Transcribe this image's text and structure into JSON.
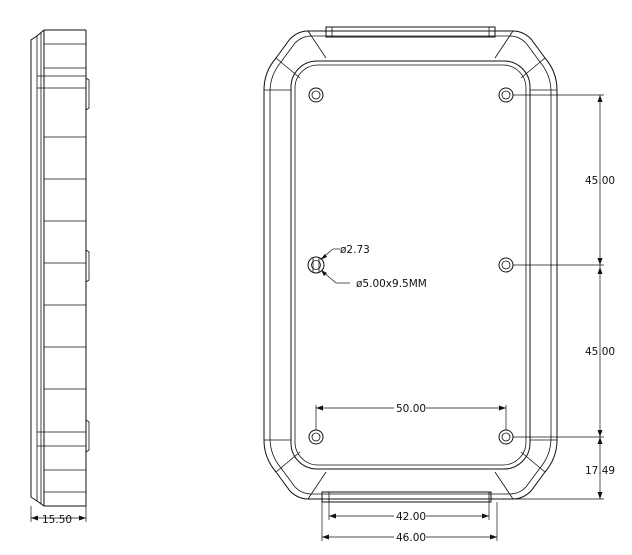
{
  "dimensions": {
    "side_thickness": "15.50",
    "hole_spacing_upper": "45.00",
    "hole_spacing_lower": "45.00",
    "hole_spacing_horizontal": "50.00",
    "bottom_offset": "17.49",
    "clip_inner_width": "42.00",
    "clip_outer_width": "46.00",
    "hole_diameter": "ø2.73",
    "hole_counterbore": "ø5.00x9.5MM"
  }
}
